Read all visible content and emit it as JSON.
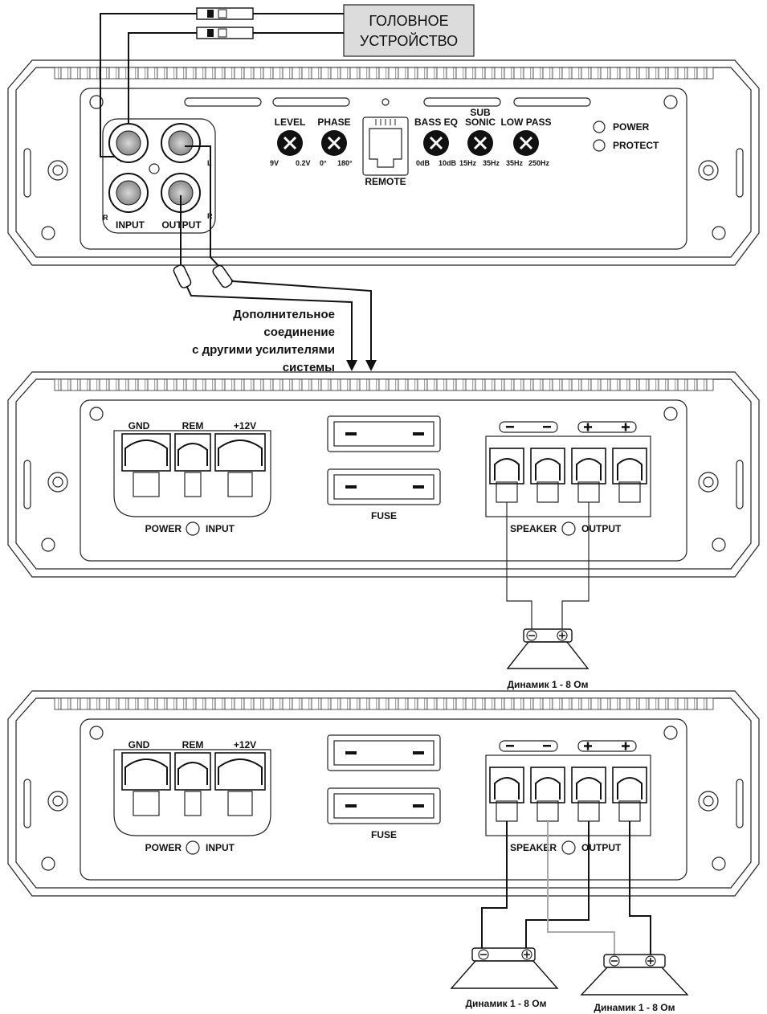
{
  "head_unit": {
    "line1": "ГОЛОВНОЕ",
    "line2": "УСТРОЙСТВО"
  },
  "amp1": {
    "input_label": "INPUT",
    "output_label": "OUTPUT",
    "ch_l": "L",
    "ch_r": "R",
    "level": {
      "name": "LEVEL",
      "min": "9V",
      "max": "0.2V"
    },
    "phase": {
      "name": "PHASE",
      "min": "0°",
      "max": "180°"
    },
    "remote": "REMOTE",
    "bass_eq": {
      "name": "BASS EQ",
      "min": "0dB",
      "max": "10dB"
    },
    "subsonic": {
      "name1": "SUB",
      "name2": "SONIC",
      "min": "15Hz",
      "max": "35Hz"
    },
    "lowpass": {
      "name": "LOW PASS",
      "min": "35Hz",
      "max": "250Hz"
    },
    "led_power": "POWER",
    "led_protect": "PROTECT"
  },
  "extra_connection": {
    "line1": "Дополнительное",
    "line2": "соединение",
    "line3": "с другими усилителями",
    "line4": "системы"
  },
  "amp_terminals": {
    "gnd": "GND",
    "rem": "REM",
    "v12": "+12V",
    "power": "POWER",
    "input": "INPUT",
    "fuse": "FUSE",
    "speaker": "SPEAKER",
    "output": "OUTPUT"
  },
  "speaker_label": "Динамик 1 - 8 Ом"
}
